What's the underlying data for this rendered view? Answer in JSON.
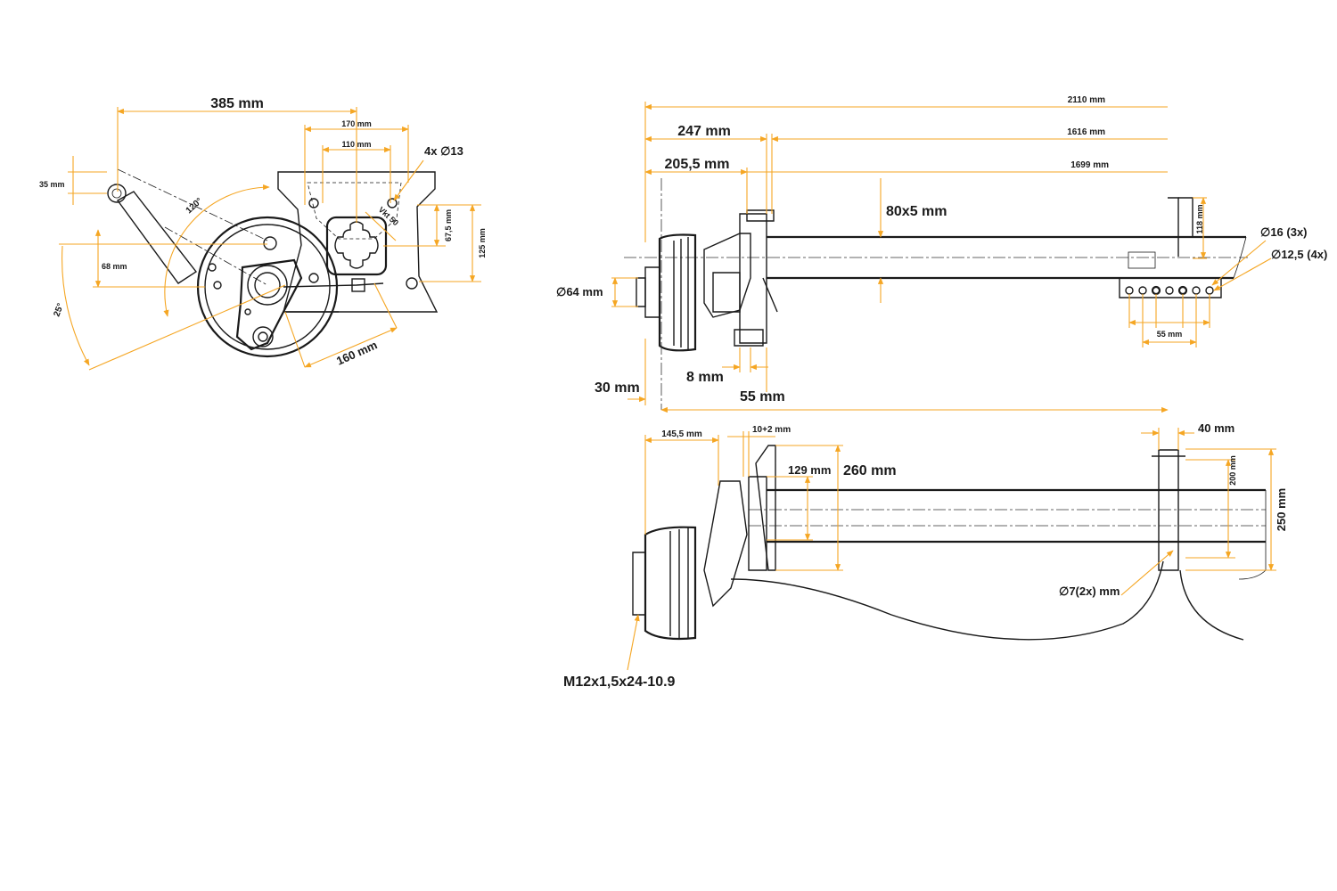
{
  "side_view": {
    "width_385": "385 mm",
    "width_170": "170 mm",
    "width_110": "110 mm",
    "holes": "4x ∅13",
    "h_35": "35 mm",
    "h_68": "68 mm",
    "h_675": "67,5 mm",
    "h_125": "125 mm",
    "square": "Vkt 50",
    "angle_120": "120°",
    "angle_25": "25°",
    "len_160": "160 mm"
  },
  "top_view": {
    "len_2110": "2110 mm",
    "len_247": "247 mm",
    "len_1616": "1616 mm",
    "len_2055": "205,5 mm",
    "len_1699": "1699 mm",
    "tube": "80x5 mm",
    "h_118": "118 mm",
    "d_16": "∅16 (3x)",
    "d_125": "∅12,5 (4x)",
    "d_64": "∅64 mm",
    "pitch_55_bracket": "55 mm",
    "w_8": "8 mm",
    "w_30": "30 mm",
    "w_55": "55 mm"
  },
  "bottom_view": {
    "len_1455": "145,5 mm",
    "len_102": "10+2 mm",
    "h_129": "129 mm",
    "h_260": "260 mm",
    "w_40": "40 mm",
    "h_200": "200 mm",
    "h_250": "250 mm",
    "d_7": "∅7(2x) mm",
    "bolt": "M12x1,5x24-10.9"
  }
}
